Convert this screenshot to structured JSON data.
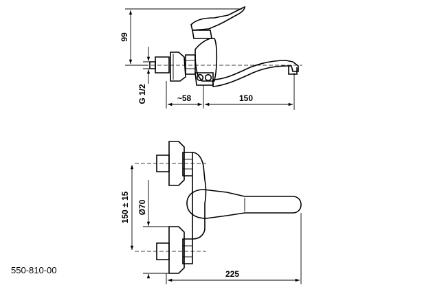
{
  "product_code": "550-810-00",
  "side_view": {
    "height_dim": "99",
    "thread_dim": "G 1/2",
    "wall_offset_dim": "~58",
    "spout_reach_dim": "150"
  },
  "front_view": {
    "inlet_spacing_dim": "150 ± 15",
    "rosette_dim": "Ø70",
    "overall_width_dim": "225"
  }
}
